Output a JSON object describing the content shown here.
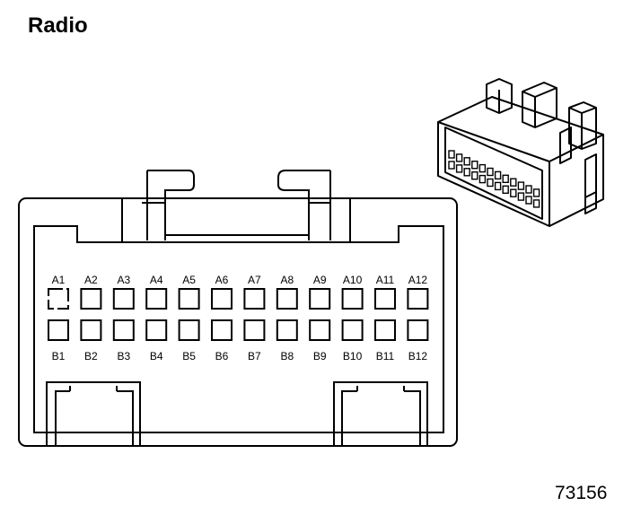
{
  "title": "Radio",
  "figure_number": "73156",
  "pins_row_a": [
    "A1",
    "A2",
    "A3",
    "A4",
    "A5",
    "A6",
    "A7",
    "A8",
    "A9",
    "A10",
    "A11",
    "A12"
  ],
  "pins_row_b": [
    "B1",
    "B2",
    "B3",
    "B4",
    "B5",
    "B6",
    "B7",
    "B8",
    "B9",
    "B10",
    "B11",
    "B12"
  ],
  "colors": {
    "line": "#000000",
    "background": "#ffffff"
  }
}
